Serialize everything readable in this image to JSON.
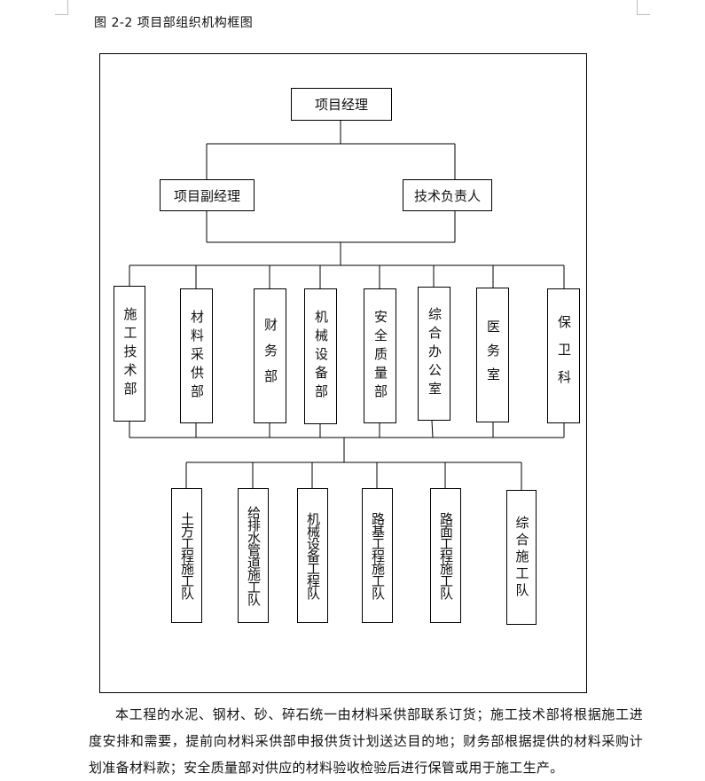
{
  "caption": "图 2-2  项目部组织机构框图",
  "top": {
    "manager": "项目经理"
  },
  "level2": {
    "deputy": "项目副经理",
    "tech_lead": "技术负责人"
  },
  "departments": [
    "施工技术部",
    "材料采供部",
    "财务部",
    "机械设备部",
    "安全质量部",
    "综合办公室",
    "医务室",
    "保卫科"
  ],
  "teams": [
    "土方工程施工队",
    "给排水管道施工队",
    "机械设备工程队",
    "路基工程施工队",
    "路面工程施工队",
    "综合施工队"
  ],
  "paragraph": "本工程的水泥、钢材、砂、碎石统一由材料采供部联系订货；施工技术部将根据施工进度安排和需要，提前向材料采供部申报供货计划送达目的地；财务部根据提供的材料采购计划准备材料款；安全质量部对供应的材料验收检验后进行保管或用于施工生产。"
}
